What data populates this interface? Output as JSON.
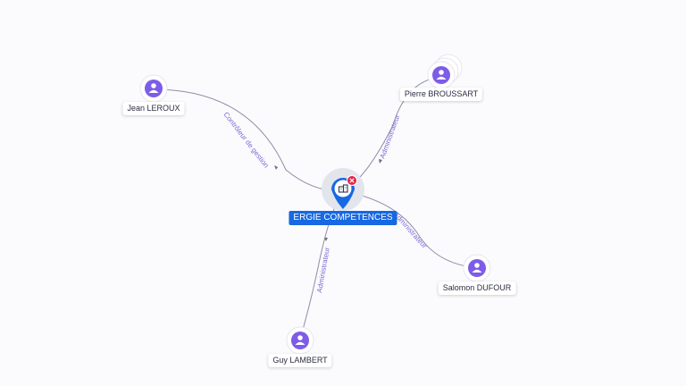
{
  "colors": {
    "person_fill": "#7d5ce8",
    "company_blue": "#1668e3",
    "edge": "#8d8fa6",
    "edge_label": "#7b6bd8",
    "close_badge": "#e5234b"
  },
  "company": {
    "name": "ERGIE COMPETENCES",
    "icon": "building-icon",
    "badge_icon": "close-icon"
  },
  "people": [
    {
      "id": "jean",
      "name": "Jean LEROUX",
      "role": "Contrôleur de gestion",
      "icon": "person-icon"
    },
    {
      "id": "pierre",
      "name": "Pierre BROUSSART",
      "role": "Administrateur",
      "icon": "person-icon",
      "stacked": true
    },
    {
      "id": "salomon",
      "name": "Salomon DUFOUR",
      "role": "Administrateur",
      "icon": "person-icon"
    },
    {
      "id": "guy",
      "name": "Guy LAMBERT",
      "role": "Administrateur",
      "icon": "person-icon"
    }
  ]
}
